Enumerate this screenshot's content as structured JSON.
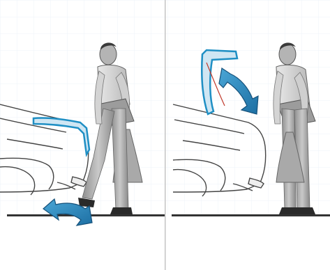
{
  "figure": {
    "panels": [
      {
        "id": "left",
        "step": "kick-foot-under-bumper",
        "gesture_arrow": "curved-double-arrow"
      },
      {
        "id": "right",
        "step": "tailgate-opening",
        "gesture_arrow": "curved-double-arrow"
      }
    ],
    "colors": {
      "background": "#ffffff",
      "background_grid": "#e6eef5",
      "ground": "#333333",
      "car_outline": "#444444",
      "tailgate_highlight": "#1f8fc4",
      "arrow_fill": "#2a7fb8",
      "arrow_edge": "#16517a",
      "person_shirt": "#d9d9d9",
      "person_pants": "#a8a8a8",
      "person_skin": "#c0c0c0",
      "bag": "#9a9a9a"
    }
  }
}
